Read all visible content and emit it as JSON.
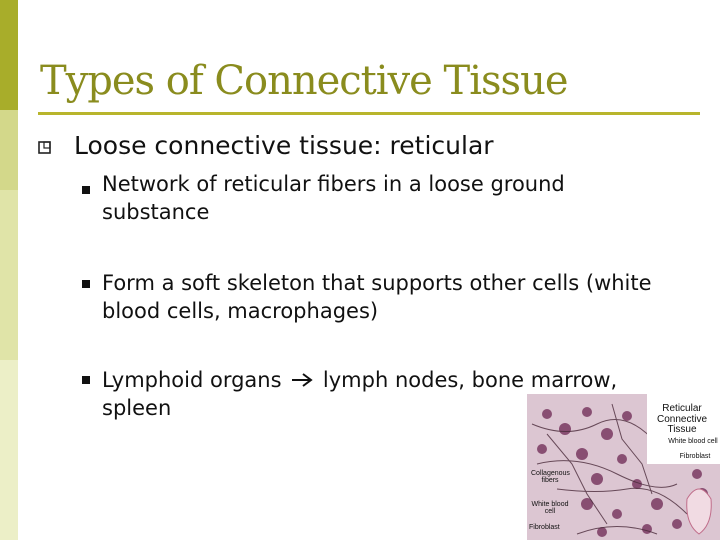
{
  "slide": {
    "title": "Types of Connective Tissue",
    "bullet_l1": "Loose connective tissue: reticular",
    "bullets_l2": [
      {
        "text": "Network of reticular fibers in a  loose ground substance"
      },
      {
        "text": "Form a soft skeleton that supports other cells (white blood cells, macrophages)"
      },
      {
        "before": "Lymphoid organs",
        "after": "lymph nodes, bone marrow, spleen"
      }
    ],
    "arrow_icon": "right-arrow-icon"
  },
  "figure": {
    "title": "Reticular Connective Tissue",
    "label_wbc_right": "White blood cell",
    "label_fibroblast_right": "Fibroblast",
    "label_collagenous": "Collagenous fibers",
    "label_wbc_left": "White blood cell",
    "label_fibroblast_left": "Fibroblast"
  },
  "colors": {
    "title": "#8a8c1e",
    "rule": "#b8b52c",
    "bar_dark": "#a8ad2a",
    "bar_light": "#ecefc7"
  }
}
